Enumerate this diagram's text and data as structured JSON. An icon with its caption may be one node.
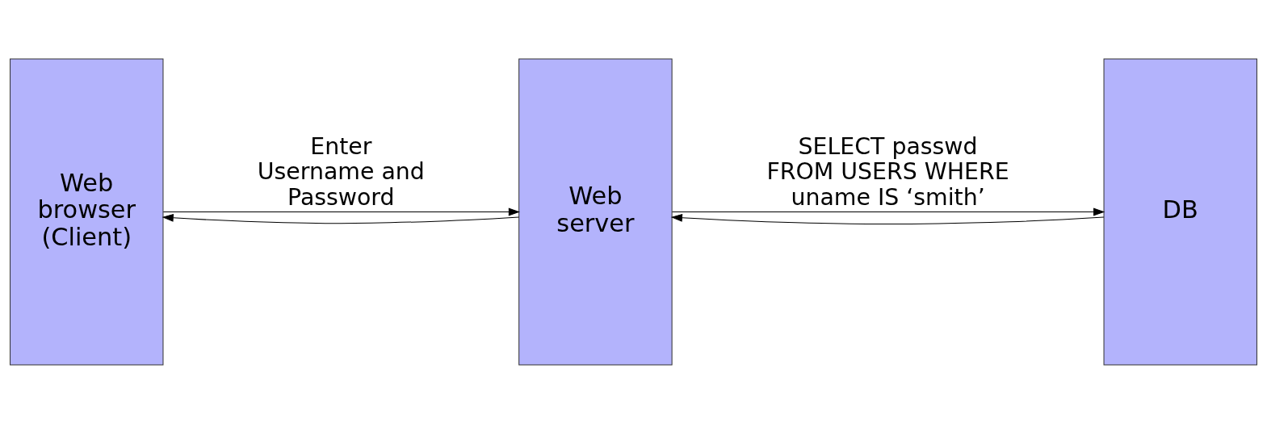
{
  "diagram": {
    "nodes": [
      {
        "text": [
          "Web browser (Client)"
        ]
      },
      {
        "text": [
          "Web server"
        ]
      },
      {
        "text": [
          "DB"
        ]
      }
    ],
    "edges": [
      {
        "from": 0,
        "to": 1,
        "arrow": "to",
        "label": "Enter Username and Password"
      },
      {
        "from": 1,
        "to": 0,
        "arrow": "to"
      },
      {
        "from": 1,
        "to": 2,
        "arrow": "to",
        "label": "SELECT passwd FROM USERS WHERE uname IS ‘smith’"
      },
      {
        "from": 2,
        "to": 1,
        "arrow": "to"
      }
    ]
  }
}
